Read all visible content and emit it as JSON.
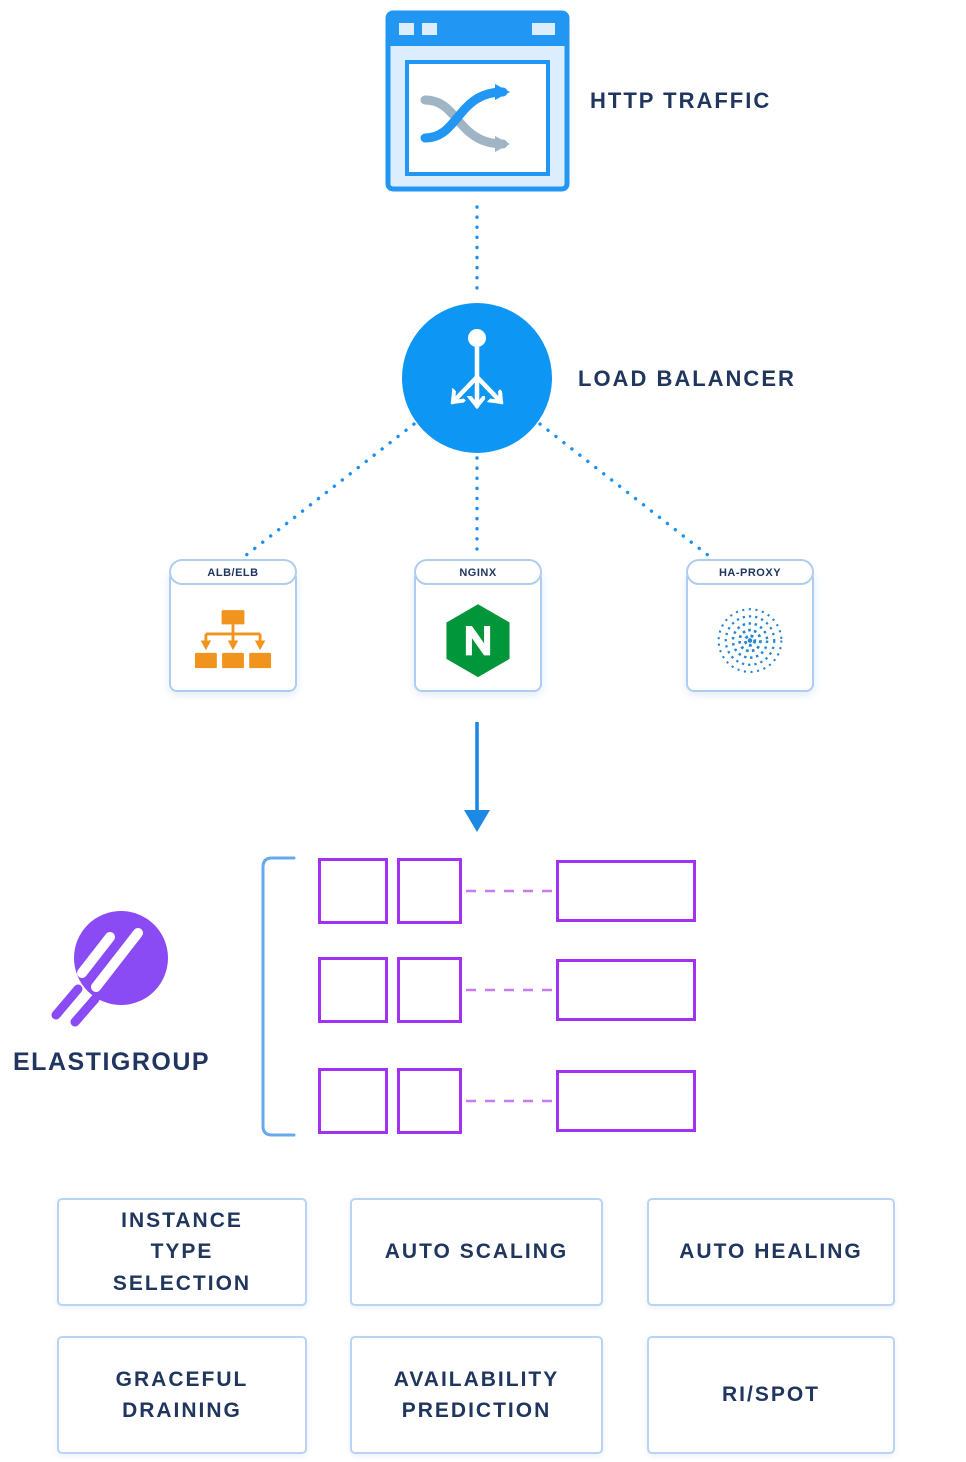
{
  "colors": {
    "blue": "#0e96f5",
    "connector_blue": "#1e90f0",
    "light_blue_border": "#aecdf2",
    "navy_text": "#20365f",
    "purple_border": "#a231f2",
    "purple_dashed": "#c77cf0",
    "elastigroup_purple": "#8a4bf5",
    "orange": "#f1941e",
    "nginx_green": "#009639",
    "haproxy_blue": "#2585d6",
    "gray_arrow": "#9fb4c4"
  },
  "nodes": {
    "http_traffic": {
      "label": "HTTP TRAFFIC",
      "icon": "browser-traffic-icon"
    },
    "load_balancer": {
      "label": "LOAD BALANCER",
      "icon": "load-balancer-icon"
    },
    "elastigroup": {
      "label": "ELASTIGROUP",
      "icon": "elastigroup-logo-icon"
    }
  },
  "balancers": [
    {
      "label": "ALB/ELB",
      "icon": "alb-elb-tree-icon"
    },
    {
      "label": "NGINX",
      "icon": "nginx-hexagon-icon"
    },
    {
      "label": "HA-PROXY",
      "icon": "haproxy-sphere-icon"
    }
  ],
  "features": [
    {
      "label": "INSTANCE\nTYPE\nSELECTION"
    },
    {
      "label": "AUTO SCALING"
    },
    {
      "label": "AUTO HEALING"
    },
    {
      "label": "GRACEFUL\nDRAINING"
    },
    {
      "label": "AVAILABILITY\nPREDICTION"
    },
    {
      "label": "RI/SPOT"
    }
  ]
}
